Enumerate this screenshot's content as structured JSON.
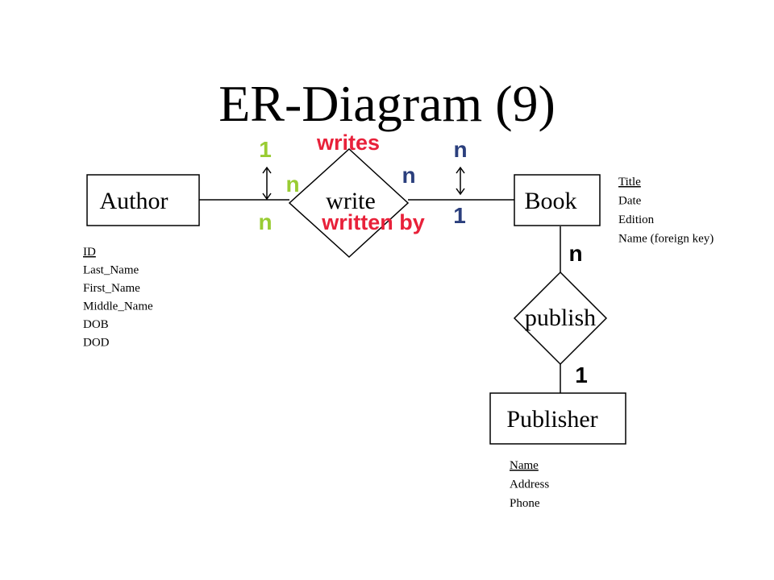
{
  "title": "ER-Diagram (9)",
  "colors": {
    "green": "#99cc33",
    "blue": "#2b3f7d",
    "red": "#e8213a",
    "black": "#000000"
  },
  "entities": {
    "author": {
      "name": "Author",
      "attributes": [
        {
          "text": "ID",
          "key": true
        },
        {
          "text": "Last_Name"
        },
        {
          "text": "First_Name"
        },
        {
          "text": "Middle_Name"
        },
        {
          "text": "DOB"
        },
        {
          "text": "DOD"
        }
      ]
    },
    "book": {
      "name": "Book",
      "attributes": [
        {
          "text": "Title",
          "key": true
        },
        {
          "text": "Date"
        },
        {
          "text": "Edition"
        },
        {
          "text": "Name (foreign key)"
        }
      ]
    },
    "publisher": {
      "name": "Publisher",
      "attributes": [
        {
          "text": "Name",
          "key": true
        },
        {
          "text": "Address"
        },
        {
          "text": "Phone"
        }
      ]
    }
  },
  "relationships": {
    "write": {
      "name": "write",
      "label_forward": "writes",
      "label_reverse": "written by"
    },
    "publish": {
      "name": "publish"
    }
  },
  "cardinalities": {
    "author_forward": "1",
    "author_side": "n",
    "author_reverse": "n",
    "book_reverse": "n",
    "book_side": "n",
    "book_forward": "1",
    "publish_book": "n",
    "publish_publisher": "1"
  }
}
